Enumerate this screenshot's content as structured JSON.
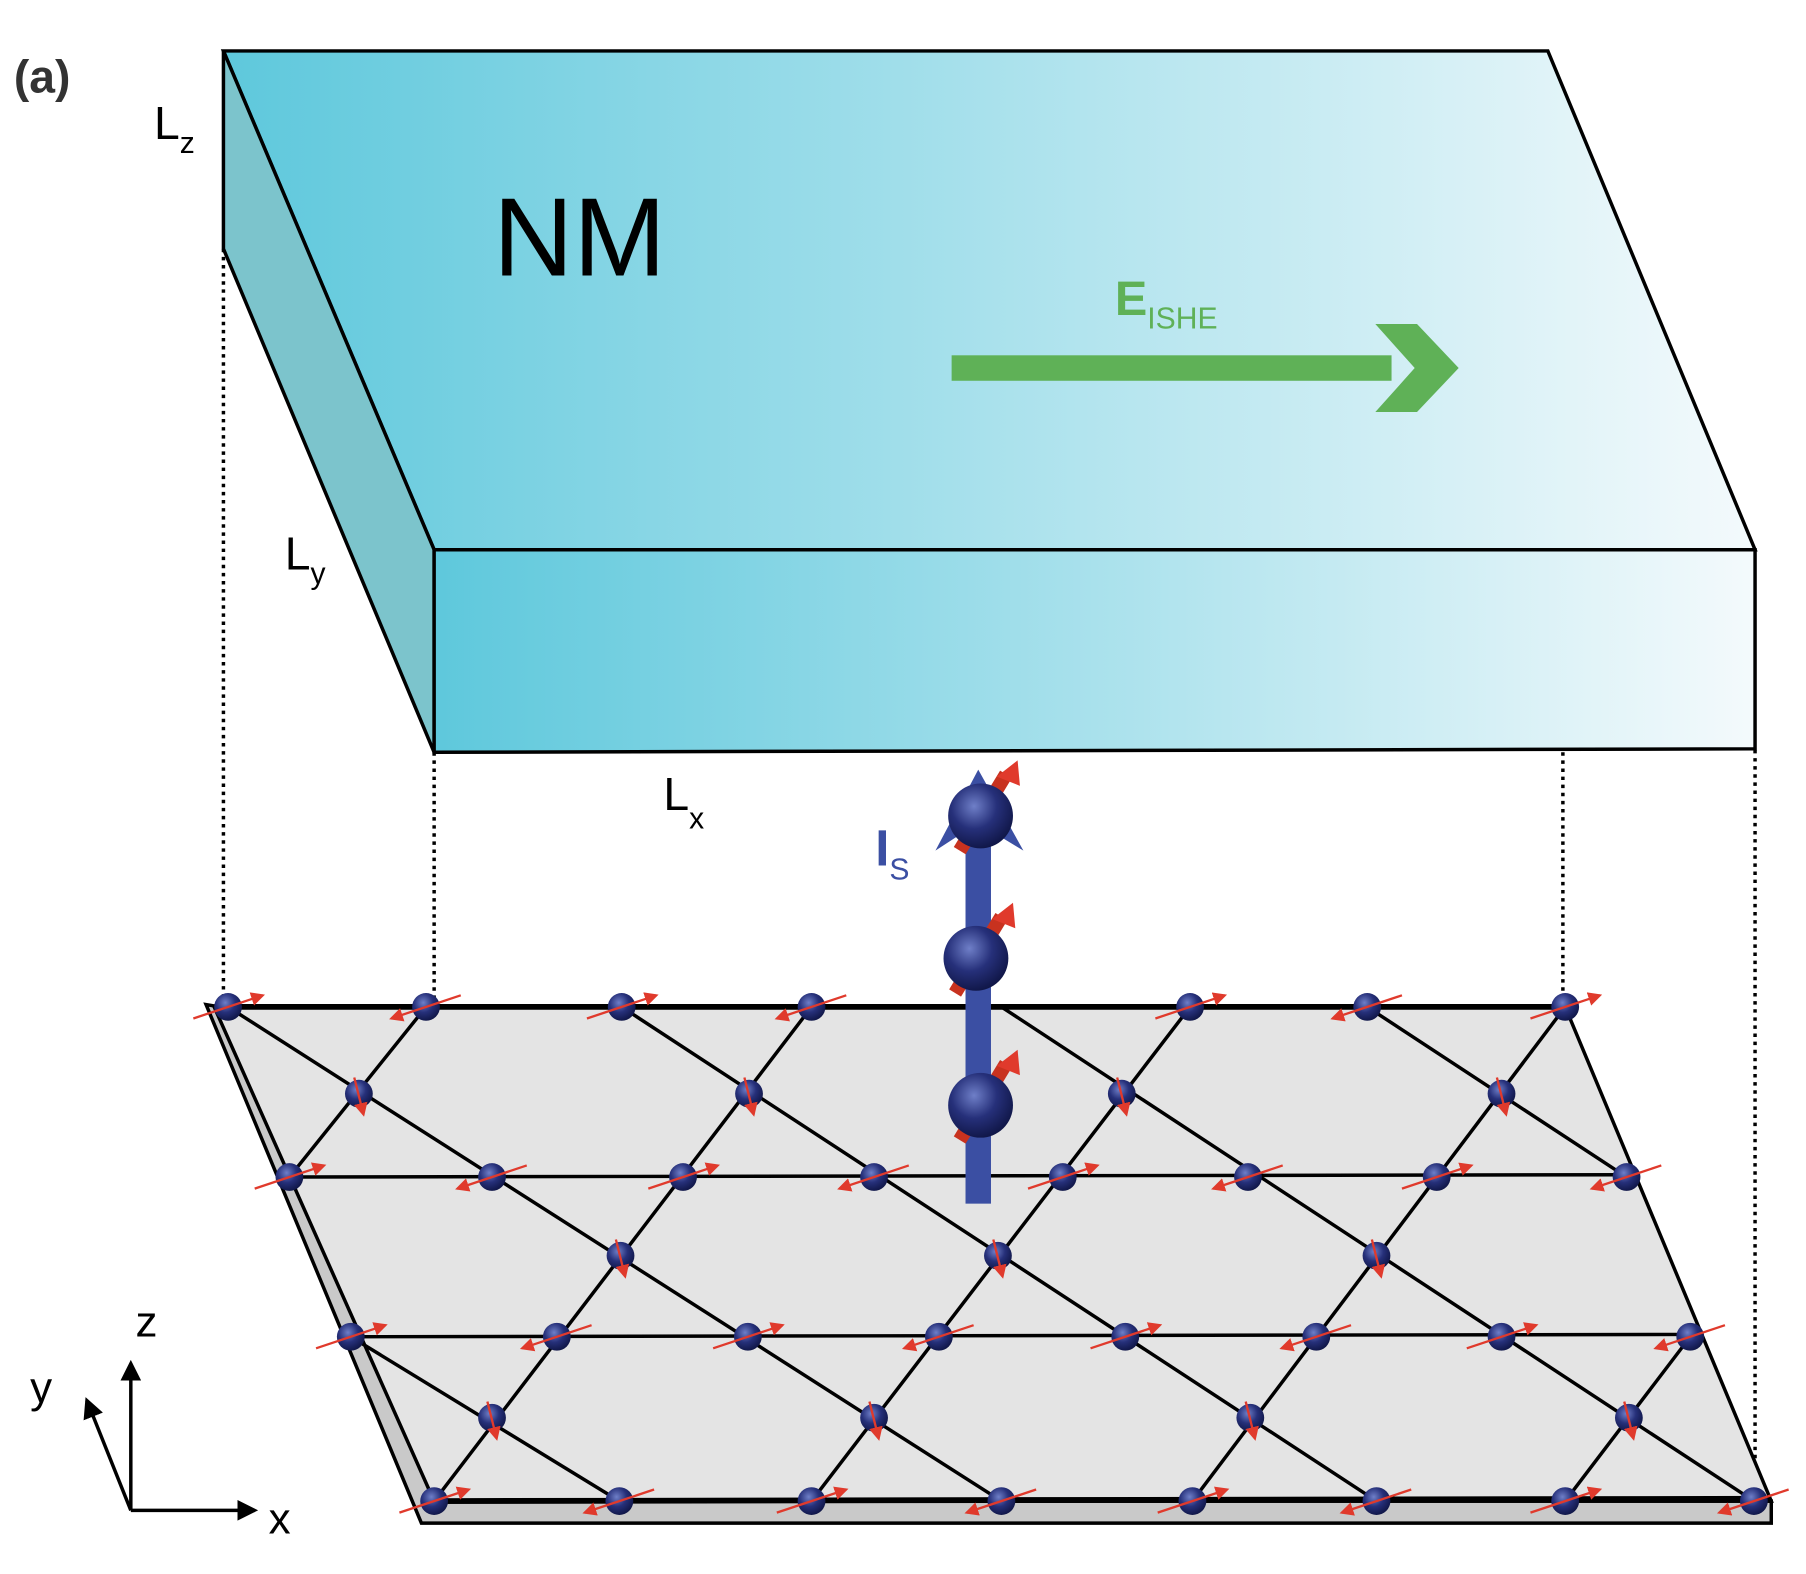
{
  "panel_label": "(a)",
  "slab": {
    "name": "NM",
    "lz": "L",
    "lz_sub": "z",
    "ly": "L",
    "ly_sub": "y",
    "lx": "L",
    "lx_sub": "x"
  },
  "field": {
    "label": "E",
    "sub": "ISHE"
  },
  "spin_current": {
    "label": "I",
    "sub": "S"
  },
  "axes": {
    "z": "z",
    "y": "y",
    "x": "x"
  },
  "colors": {
    "slab_left": "#5ec8dc",
    "slab_right": "#f2f9fb",
    "side": "#7cc4cc",
    "field": "#5fb157",
    "spin_current": "#3b4fa3",
    "atom": "#1c2566",
    "spin": "#e03a2c",
    "plane": "#e4e4e4"
  }
}
